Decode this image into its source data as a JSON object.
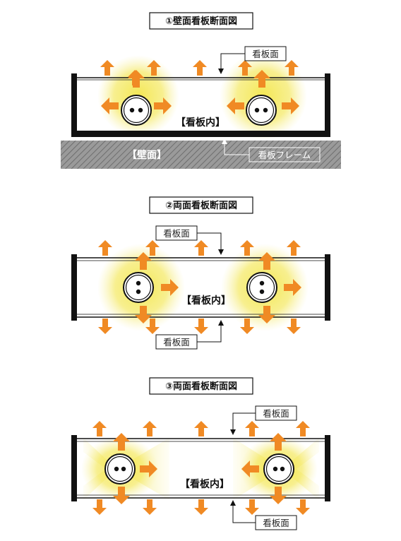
{
  "diagram1": {
    "title": "①壁面看板断面図",
    "panel_label": "看板面",
    "inner_label": "【看板内】",
    "wall_label": "【壁面】",
    "frame_label": "看板フレーム"
  },
  "diagram2": {
    "title": "②両面看板断面図",
    "panel_label_top": "看板面",
    "panel_label_bottom": "看板面",
    "inner_label": "【看板内】"
  },
  "diagram3": {
    "title": "③両面看板断面図",
    "panel_label_top": "看板面",
    "panel_label_bottom": "看板面",
    "inner_label": "【看板内】"
  },
  "colors": {
    "arrow": "#f08a24",
    "glow": "#f2e35a",
    "frame": "#111111",
    "wall": "#8a8a8a"
  },
  "icons": [
    "lamp-icon",
    "light-arrow-icon"
  ]
}
